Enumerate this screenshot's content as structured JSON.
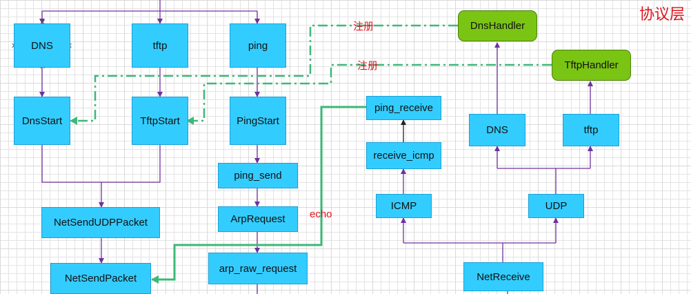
{
  "layer_title": "协议层",
  "labels": {
    "register1": "注册",
    "register2": "注册",
    "echo": "echo"
  },
  "nodes": {
    "dns": "DNS",
    "tftp": "tftp",
    "ping": "ping",
    "dns_start": "DnsStart",
    "tftp_start": "TftpStart",
    "ping_start": "PingStart",
    "ping_send": "ping_send",
    "arp_request": "ArpRequest",
    "arp_raw_request": "arp_raw_request",
    "net_send_udp_packet": "NetSendUDPPacket",
    "net_send_packet": "NetSendPacket",
    "ping_receive": "ping_receive",
    "receive_icmp": "receive_icmp",
    "icmp": "ICMP",
    "udp": "UDP",
    "net_receive": "NetReceive",
    "dns_right": "DNS",
    "tftp_right": "tftp",
    "dns_handler": "DnsHandler",
    "tftp_handler": "TftpHandler"
  },
  "colors": {
    "node": "#33ccff",
    "handler": "#7ac414",
    "edge": "#7030a0",
    "callback": "#3cb878",
    "label": "#e0141e"
  }
}
